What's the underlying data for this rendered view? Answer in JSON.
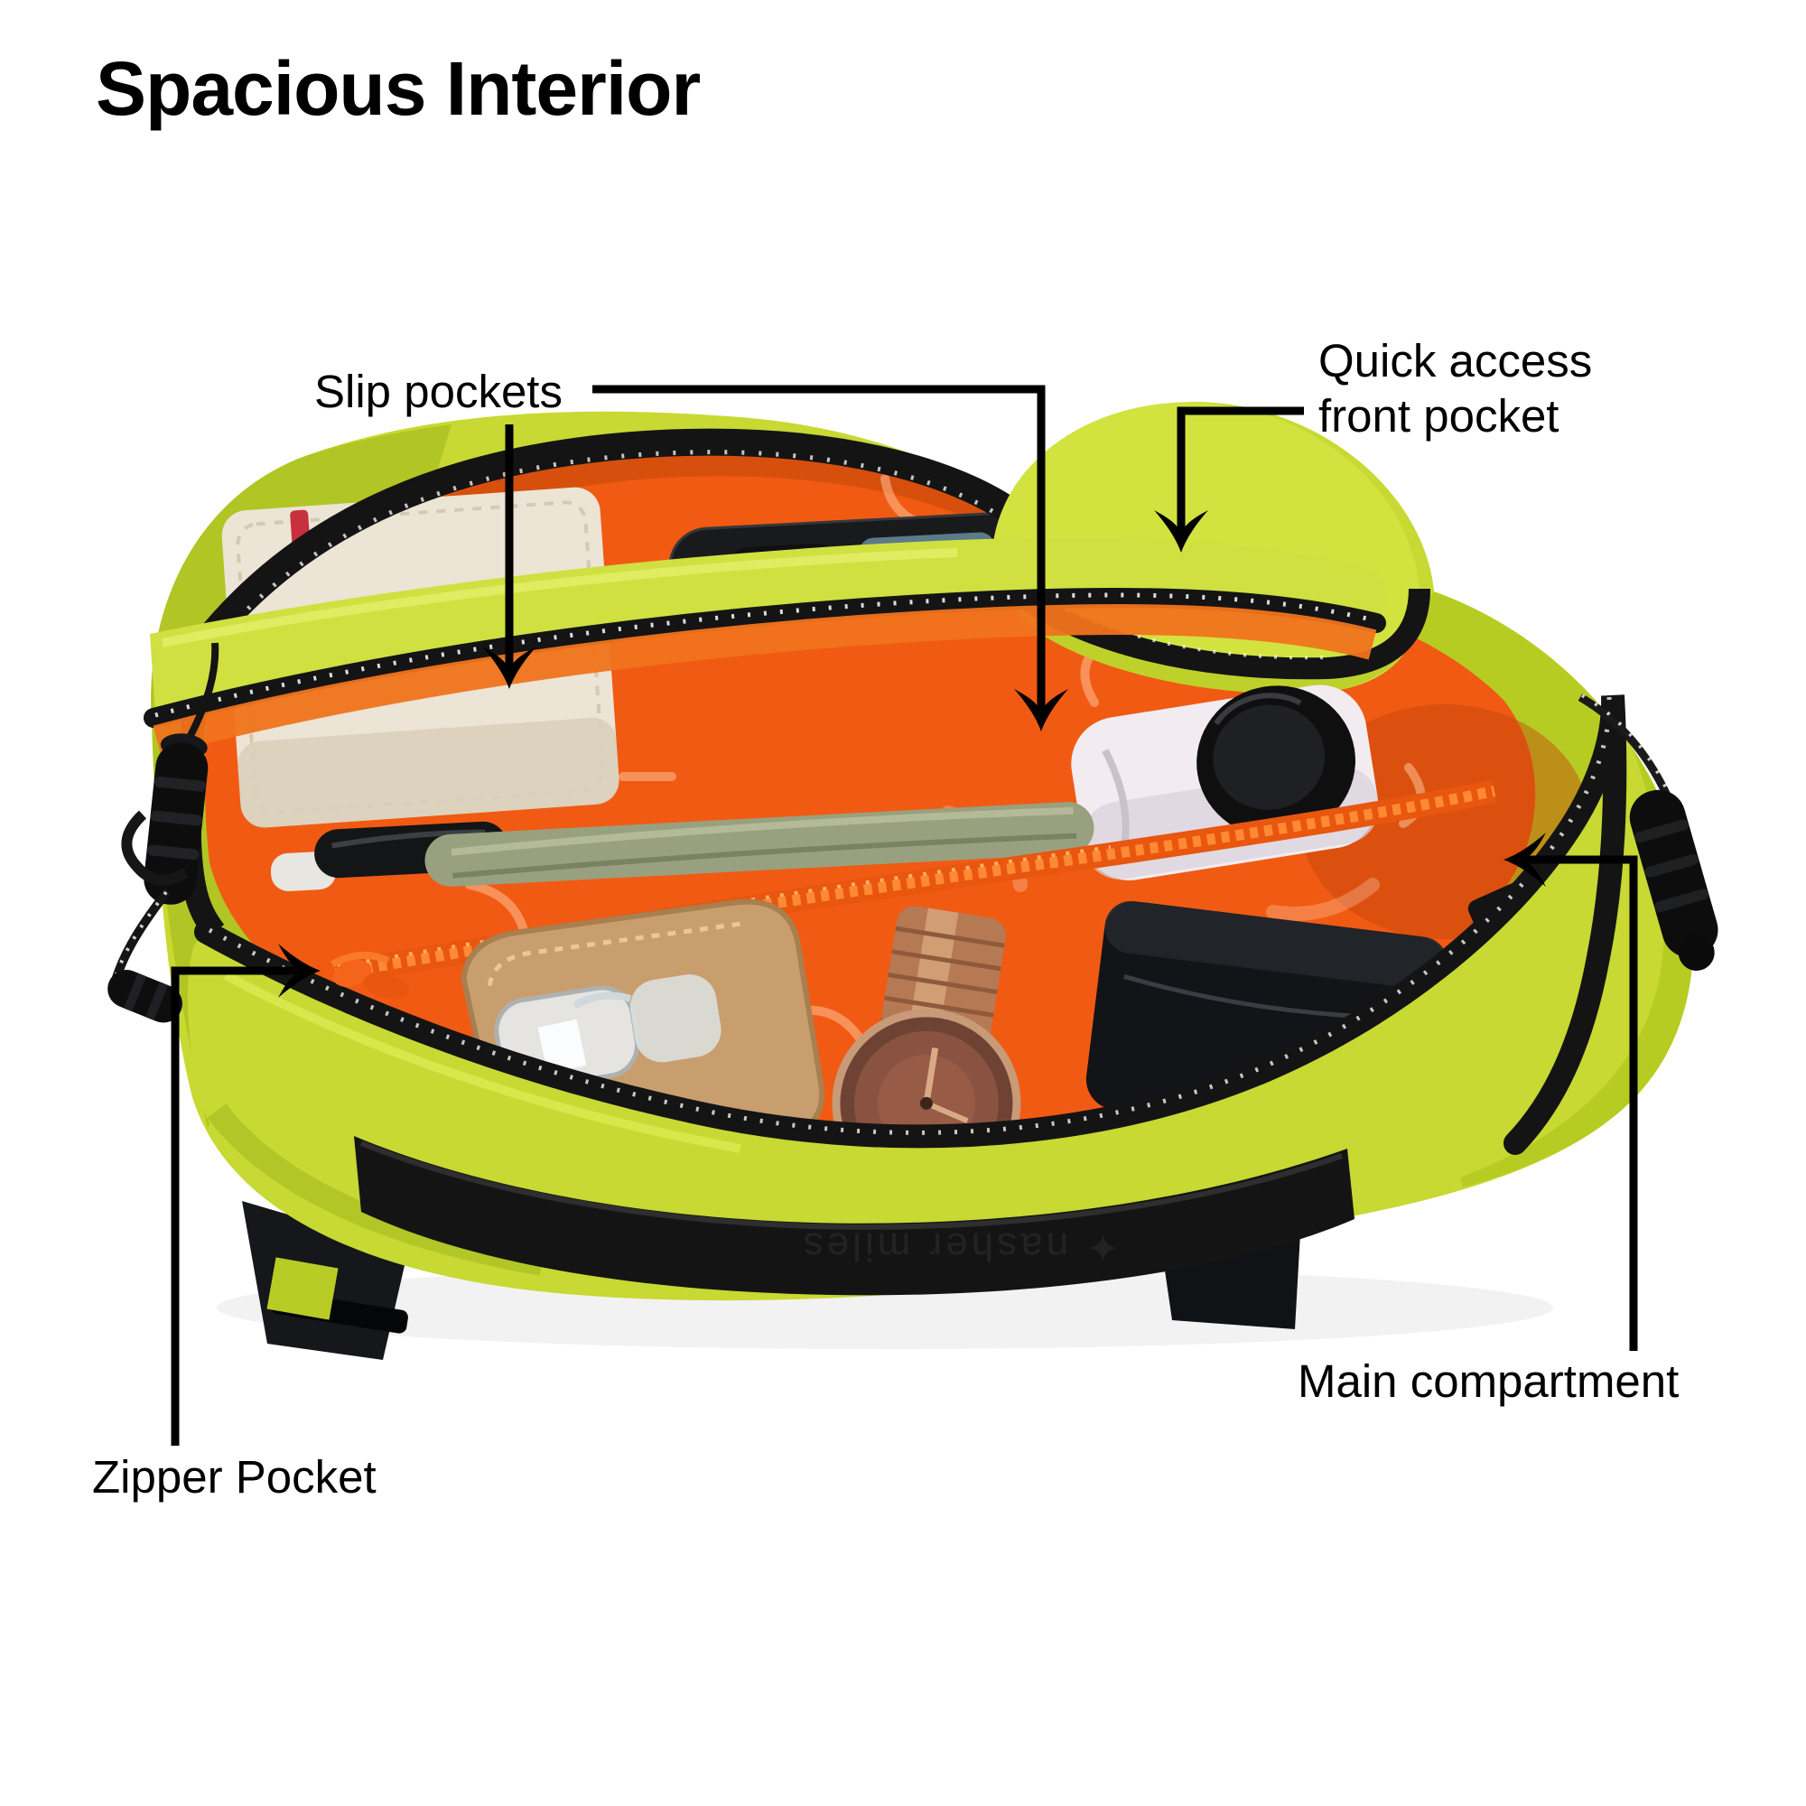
{
  "title": "Spacious Interior",
  "callouts": {
    "slip_pockets": {
      "label": "Slip pockets"
    },
    "quick_access": {
      "line1": "Quick access",
      "line2": "front pocket"
    },
    "main_compartment": {
      "label": "Main compartment"
    },
    "zipper_pocket": {
      "label": "Zipper Pocket"
    }
  },
  "brand": {
    "logo_glyph": "✦",
    "embossed_text": "nasher miles"
  },
  "bag": {
    "shell_color": "#c7d932",
    "shell_highlight": "#d8e84c",
    "lining_color": "#f15a13",
    "webbing_color": "#f0731c",
    "trim_color": "#141414",
    "items": [
      "smartphone",
      "wallet",
      "pens",
      "eyeglasses sleeve",
      "wristwatch",
      "power bank",
      "bottle"
    ]
  },
  "annotation": {
    "line_color": "#000000",
    "background_color": "#ffffff"
  }
}
